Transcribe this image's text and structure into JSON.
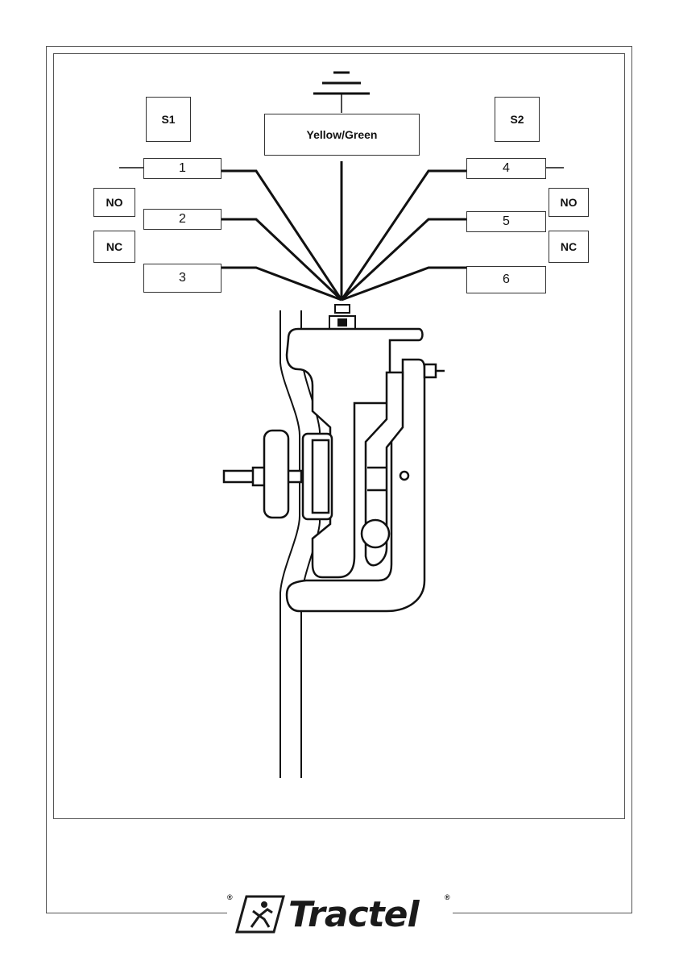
{
  "labels": {
    "ground_box": "Yellow/Green",
    "switch_left": "S1",
    "switch_right": "S2",
    "left_no": "NO",
    "left_nc": "NC",
    "right_no": "NO",
    "right_nc": "NC",
    "terminal_1": "1",
    "terminal_2": "2",
    "terminal_3": "3",
    "terminal_4": "4",
    "terminal_5": "5",
    "terminal_6": "6"
  },
  "footer": {
    "brand": "Tractel",
    "registered_mark": "®"
  },
  "colors": {
    "line": "#111111",
    "frame": "#555555",
    "fill": "#ffffff"
  }
}
